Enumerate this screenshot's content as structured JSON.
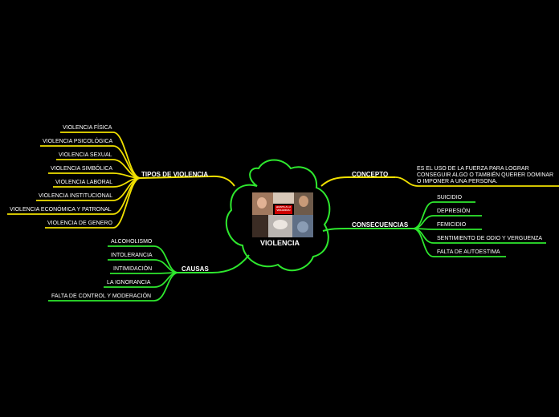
{
  "root": {
    "title": "VIOLENCIA",
    "photo_caption": "¡BASTA A LA VIOLENCIA!"
  },
  "colors": {
    "yellow": "#f0e000",
    "green": "#2ee82e",
    "background": "#000000",
    "text": "#ffffff"
  },
  "tipos": {
    "title": "TIPOS DE VIOLENCIA",
    "items": [
      "VIOLENCIA FÍSICA",
      "VIOLENCIA PSICOLÓGICA",
      "VIOLENCIA SEXUAL",
      "VIOLENCIA SIMBÓLICA",
      "VIOLENCIA LABORAL",
      "VIOLENCIA INSTITUCIONAL",
      "VIOLENCIA ECONÓMICA Y PATRONAL",
      "VIOLENCIA DE GENERO"
    ]
  },
  "causas": {
    "title": "CAUSAS",
    "items": [
      "ALCOHOLISMO",
      "INTOLERANCIA",
      "INTIMIDACIÓN",
      "LA  IGNORANCIA",
      "FALTA DE CONTROL Y MODERACIÓN"
    ]
  },
  "concepto": {
    "title": "CONCEPTO",
    "text": "ES EL USO DE LA FUERZA PARA LOGRAR CONSEGUIR ALGO O TAMBIÉN QUERER DOMINAR O IMPONER A UNA PERSONA."
  },
  "consecuencias": {
    "title": "CONSECUENCIAS",
    "items": [
      "SUICIDIO",
      "DEPRESIÓN",
      "FEMICIDIO",
      "SENTIMIENTO DE ODIO Y VERGUENZA",
      "FALTA DE AUTOESTIMA"
    ]
  }
}
